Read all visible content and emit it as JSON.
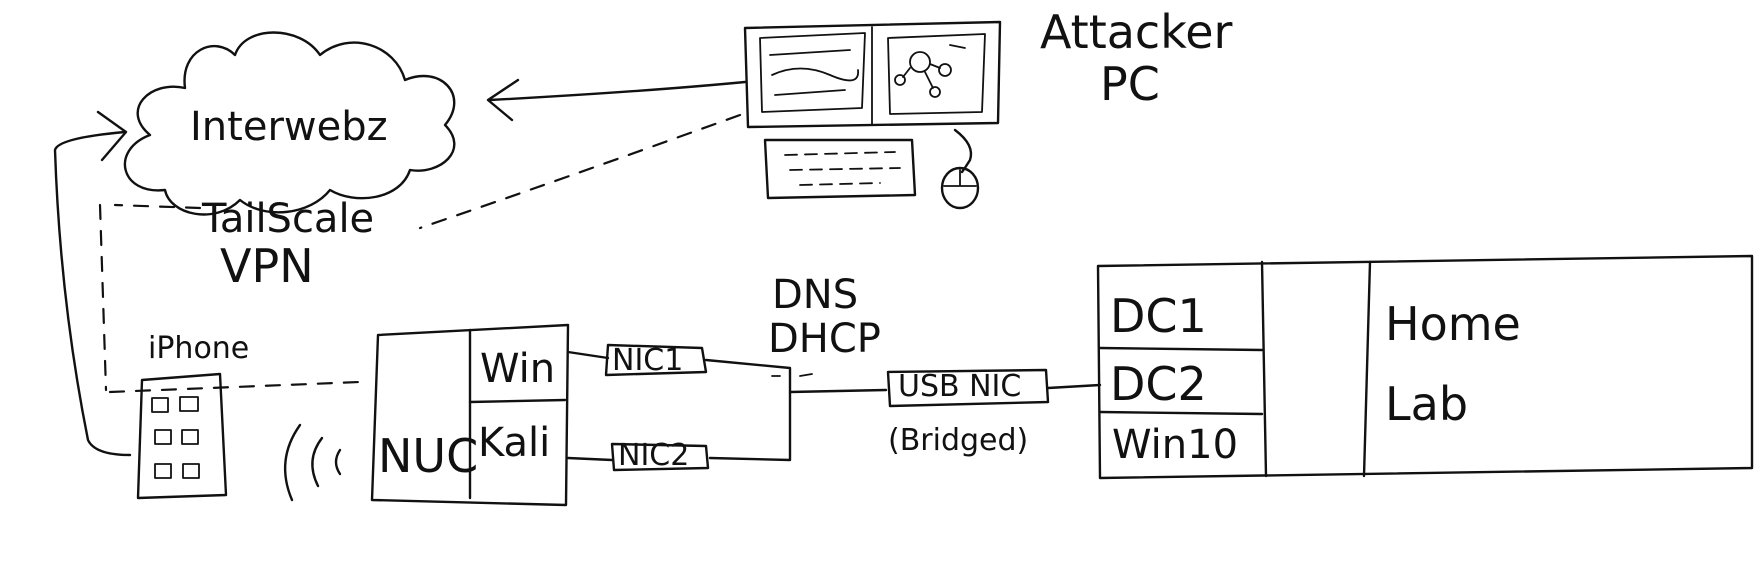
{
  "title": "",
  "nodes": {
    "cloud": {
      "label": "Interwebz"
    },
    "attacker_pc": {
      "label_line1": "Attacker",
      "label_line2": "PC"
    },
    "vpn": {
      "label_line1": "TailScale",
      "label_line2": "VPN"
    },
    "iphone": {
      "label": "iPhone"
    },
    "nuc": {
      "label": "NUC",
      "vm_top": "Win",
      "vm_bottom": "Kali"
    },
    "nic1": {
      "label": "NIC1"
    },
    "nic2": {
      "label": "NIC2"
    },
    "services": {
      "line1": "DNS",
      "line2": "DHCP"
    },
    "usb_nic": {
      "label": "USB NIC",
      "note": "(Bridged)"
    },
    "lab": {
      "dc1": "DC1",
      "dc2": "DC2",
      "win10": "Win10",
      "side_line1": "Home",
      "side_line2": "Lab"
    }
  }
}
